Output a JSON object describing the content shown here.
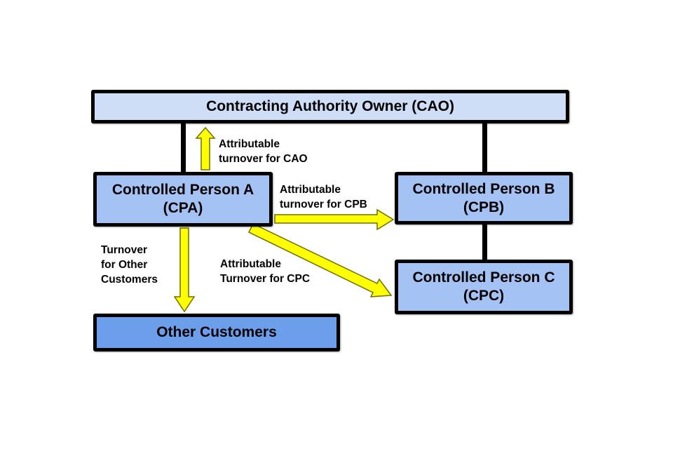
{
  "diagram": {
    "description": "Attributable turnover flow between a contracting authority owner and its controlled persons",
    "boxes": {
      "cao": "Contracting Authority Owner (CAO)",
      "cpa": "Controlled Person A\n(CPA)",
      "cpb": "Controlled Person B\n(CPB)",
      "cpc": "Controlled Person C\n(CPC)",
      "other": "Other Customers"
    },
    "arrow_labels": {
      "cao": "Attributable\nturnover for CAO",
      "cpb": "Attributable\nturnover for CPB",
      "cpc": "Attributable\nTurnover for CPC",
      "other": "Turnover\nfor Other\nCustomers"
    },
    "colors": {
      "cao_fill": "#cfdef7",
      "controlled_person_fill": "#a4c2f4",
      "other_customers_fill": "#6d9eeb",
      "box_border": "#000000",
      "connector": "#000000",
      "arrow_fill": "#ffff00",
      "arrow_outline": "#6f6f00",
      "text": "#000000",
      "background": "#ffffff"
    }
  }
}
